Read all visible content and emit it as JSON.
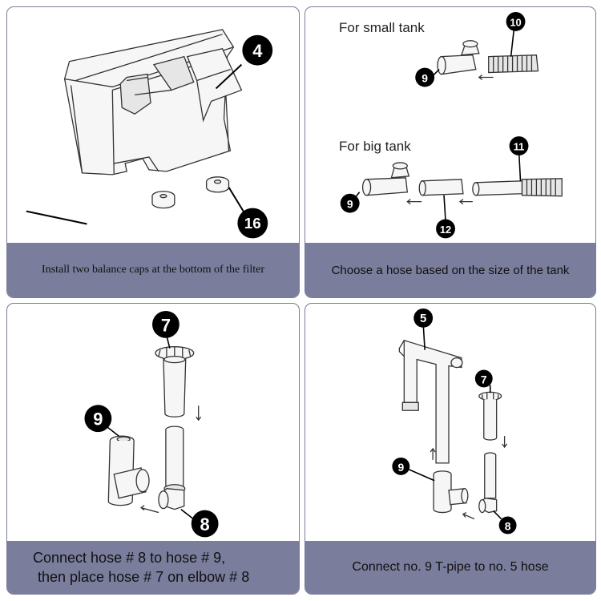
{
  "panels": [
    {
      "caption": "Install two balance caps at the bottom of the filter",
      "badges": [
        "4",
        "16"
      ]
    },
    {
      "caption": "Choose a hose based on the size of the tank",
      "small_tank_label": "For small tank",
      "big_tank_label": "For big tank",
      "badges": [
        "10",
        "9",
        "11",
        "9",
        "12"
      ]
    },
    {
      "caption_line1": "Connect hose # 8 to hose # 9,",
      "caption_line2": "then place hose # 7 on elbow # 8",
      "badges": [
        "7",
        "9",
        "8"
      ]
    },
    {
      "caption": "Connect no. 9 T-pipe to no. 5 hose",
      "badges": [
        "5",
        "7",
        "9",
        "8"
      ]
    }
  ],
  "colors": {
    "caption_band": "#7a7d9b",
    "panel_border": "#7a7c98",
    "badge": "#000000"
  }
}
